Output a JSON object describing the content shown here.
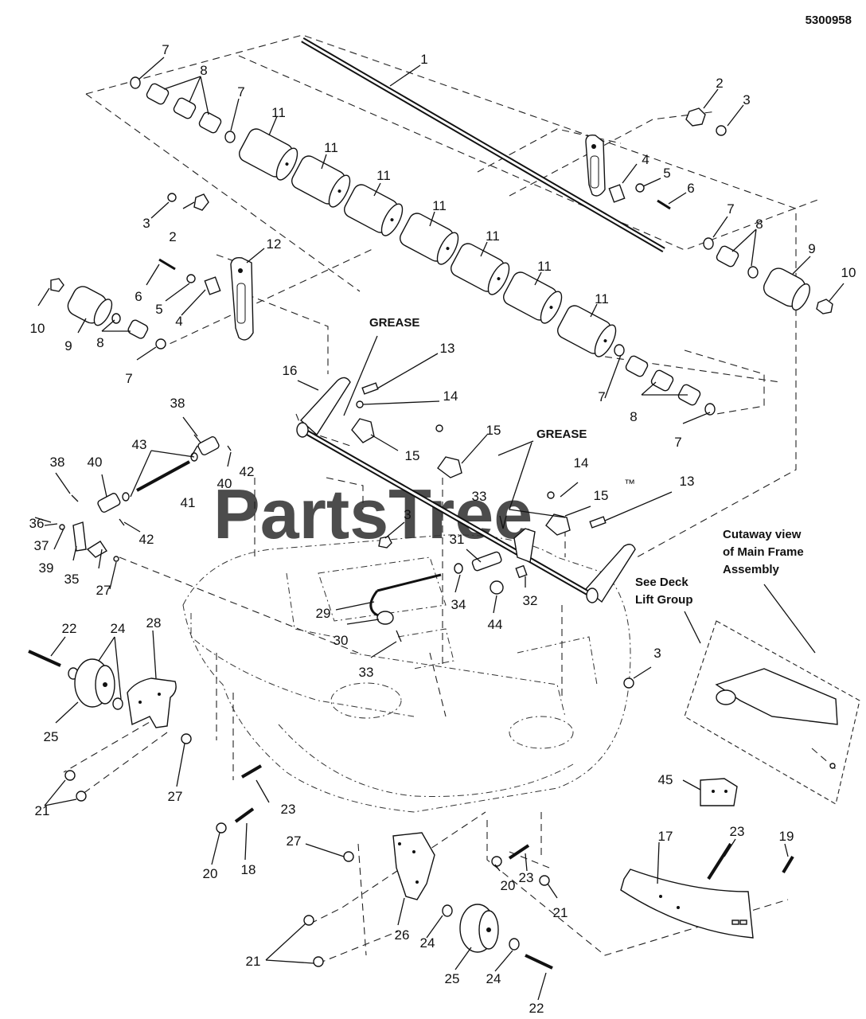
{
  "header": {
    "part_number": "5300958"
  },
  "watermark": {
    "brand": "PartsTree",
    "trademark": "™"
  },
  "notes": {
    "grease_1": "GREASE",
    "grease_2": "GREASE",
    "cutaway_line1": "Cutaway view",
    "cutaway_line2": "of Main Frame",
    "cutaway_line3": "Assembly",
    "see_deck_line1": "See Deck",
    "see_deck_line2": "Lift Group"
  },
  "callouts": [
    {
      "label": "1"
    },
    {
      "label": "2"
    },
    {
      "label": "3"
    },
    {
      "label": "4"
    },
    {
      "label": "5"
    },
    {
      "label": "6"
    },
    {
      "label": "7"
    },
    {
      "label": "8"
    },
    {
      "label": "7"
    },
    {
      "label": "11"
    },
    {
      "label": "11"
    },
    {
      "label": "11"
    },
    {
      "label": "11"
    },
    {
      "label": "11"
    },
    {
      "label": "11"
    },
    {
      "label": "11"
    },
    {
      "label": "7"
    },
    {
      "label": "8"
    },
    {
      "label": "9"
    },
    {
      "label": "10"
    },
    {
      "label": "3"
    },
    {
      "label": "2"
    },
    {
      "label": "12"
    },
    {
      "label": "6"
    },
    {
      "label": "5"
    },
    {
      "label": "4"
    },
    {
      "label": "10"
    },
    {
      "label": "9"
    },
    {
      "label": "8"
    },
    {
      "label": "7"
    },
    {
      "label": "16"
    },
    {
      "label": "13"
    },
    {
      "label": "14"
    },
    {
      "label": "15"
    },
    {
      "label": "15"
    },
    {
      "label": "7"
    },
    {
      "label": "8"
    },
    {
      "label": "7"
    },
    {
      "label": "38"
    },
    {
      "label": "43"
    },
    {
      "label": "40"
    },
    {
      "label": "42"
    },
    {
      "label": "38"
    },
    {
      "label": "40"
    },
    {
      "label": "41"
    },
    {
      "label": "36"
    },
    {
      "label": "37"
    },
    {
      "label": "42"
    },
    {
      "label": "39"
    },
    {
      "label": "35"
    },
    {
      "label": "27"
    },
    {
      "label": "14"
    },
    {
      "label": "15"
    },
    {
      "label": "13"
    },
    {
      "label": "33"
    },
    {
      "label": "3"
    },
    {
      "label": "31"
    },
    {
      "label": "34"
    },
    {
      "label": "32"
    },
    {
      "label": "44"
    },
    {
      "label": "29"
    },
    {
      "label": "30"
    },
    {
      "label": "33"
    },
    {
      "label": "22"
    },
    {
      "label": "24"
    },
    {
      "label": "28"
    },
    {
      "label": "25"
    },
    {
      "label": "27"
    },
    {
      "label": "21"
    },
    {
      "label": "23"
    },
    {
      "label": "20"
    },
    {
      "label": "18"
    },
    {
      "label": "3"
    },
    {
      "label": "45"
    },
    {
      "label": "27"
    },
    {
      "label": "26"
    },
    {
      "label": "24"
    },
    {
      "label": "20"
    },
    {
      "label": "23"
    },
    {
      "label": "21"
    },
    {
      "label": "21"
    },
    {
      "label": "25"
    },
    {
      "label": "24"
    },
    {
      "label": "22"
    },
    {
      "label": "17"
    },
    {
      "label": "23"
    },
    {
      "label": "19"
    }
  ]
}
